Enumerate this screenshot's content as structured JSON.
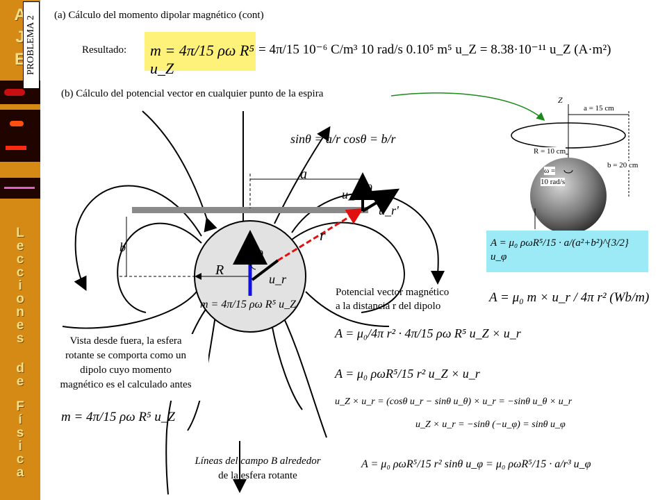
{
  "sidebar": {
    "letters": [
      "L",
      "e",
      "c",
      "c",
      "i",
      "o",
      "n",
      "e",
      "s",
      "d",
      "e",
      "F",
      "í",
      "s",
      "i",
      "c",
      "a"
    ],
    "top_letters": [
      "A",
      "J",
      "E"
    ]
  },
  "problem_tag": "PROBLEMA 2",
  "part_a": {
    "heading": "(a) Cálculo del momento dipolar magnético (cont)",
    "result_label": "Resultado:",
    "eq_main": "m = 4π/15 ρω R⁵ u_Z",
    "eq_numeric": "= 4π/15 10⁻⁶ C/m³ 10 rad/s 0.10⁵ m⁵ u_Z = 8.38·10⁻¹¹ u_Z (A·m²)"
  },
  "part_b": {
    "heading": "(b) Cálculo del potencial vector en cualquier punto de la espira",
    "trig": "sinθ = a/r    cosθ = b/r",
    "labels": {
      "a": "a",
      "b": "b",
      "r": "r",
      "R": "R",
      "theta": "θ",
      "uz": "u_Z",
      "ur": "u_r'",
      "ur2": "u_r"
    },
    "sphere_eq": "m = 4π/15 ρω R⁵ u_Z",
    "figure": {
      "z": "Z",
      "a_dim": "a = 15 cm",
      "R_dim": "R = 10 cm",
      "b_dim": "b = 20 cm",
      "omega1": "ω =",
      "omega2": "10 rad/s"
    },
    "result_box": "A = μ₀ ρωR⁵/15 · a/(a²+b²)^{3/2} u_φ",
    "potential_caption_1": "Potencial vector magnético",
    "potential_caption_2": "a la distancia r del dipolo",
    "potential_eq": "A = μ₀ m × u_r / 4π r²   (Wb/m)",
    "note_lines": [
      "Vista desde fuera, la esfera",
      "rotante se comporta como un",
      "dipolo cuyo momento",
      "magnético es el calculado antes"
    ],
    "note_eq": "m = 4π/15 ρω R⁵ u_Z",
    "derivation": [
      "A = μ₀/4π r² · 4π/15 ρω R⁵ u_Z × u_r",
      "A = μ₀ ρωR⁵/15 r² u_Z × u_r",
      "u_Z × u_r = (cosθ u_r − sinθ u_θ) × u_r = −sinθ u_θ × u_r",
      "u_Z × u_r = −sinθ (−u_φ) = sinθ u_φ",
      "A = μ₀ ρωR⁵/15 r² sinθ u_φ = μ₀ ρωR⁵/15 · a/r³ u_φ"
    ],
    "field_caption_1": "Líneas del campo B alrededor",
    "field_caption_2": "de la esfera rotante"
  },
  "colors": {
    "side": "#d68a16",
    "yellow": "#fff27a",
    "cyan": "#9ceaf6",
    "red": "#e01010",
    "blue": "#1010e0",
    "green": "#1a8a1a"
  }
}
